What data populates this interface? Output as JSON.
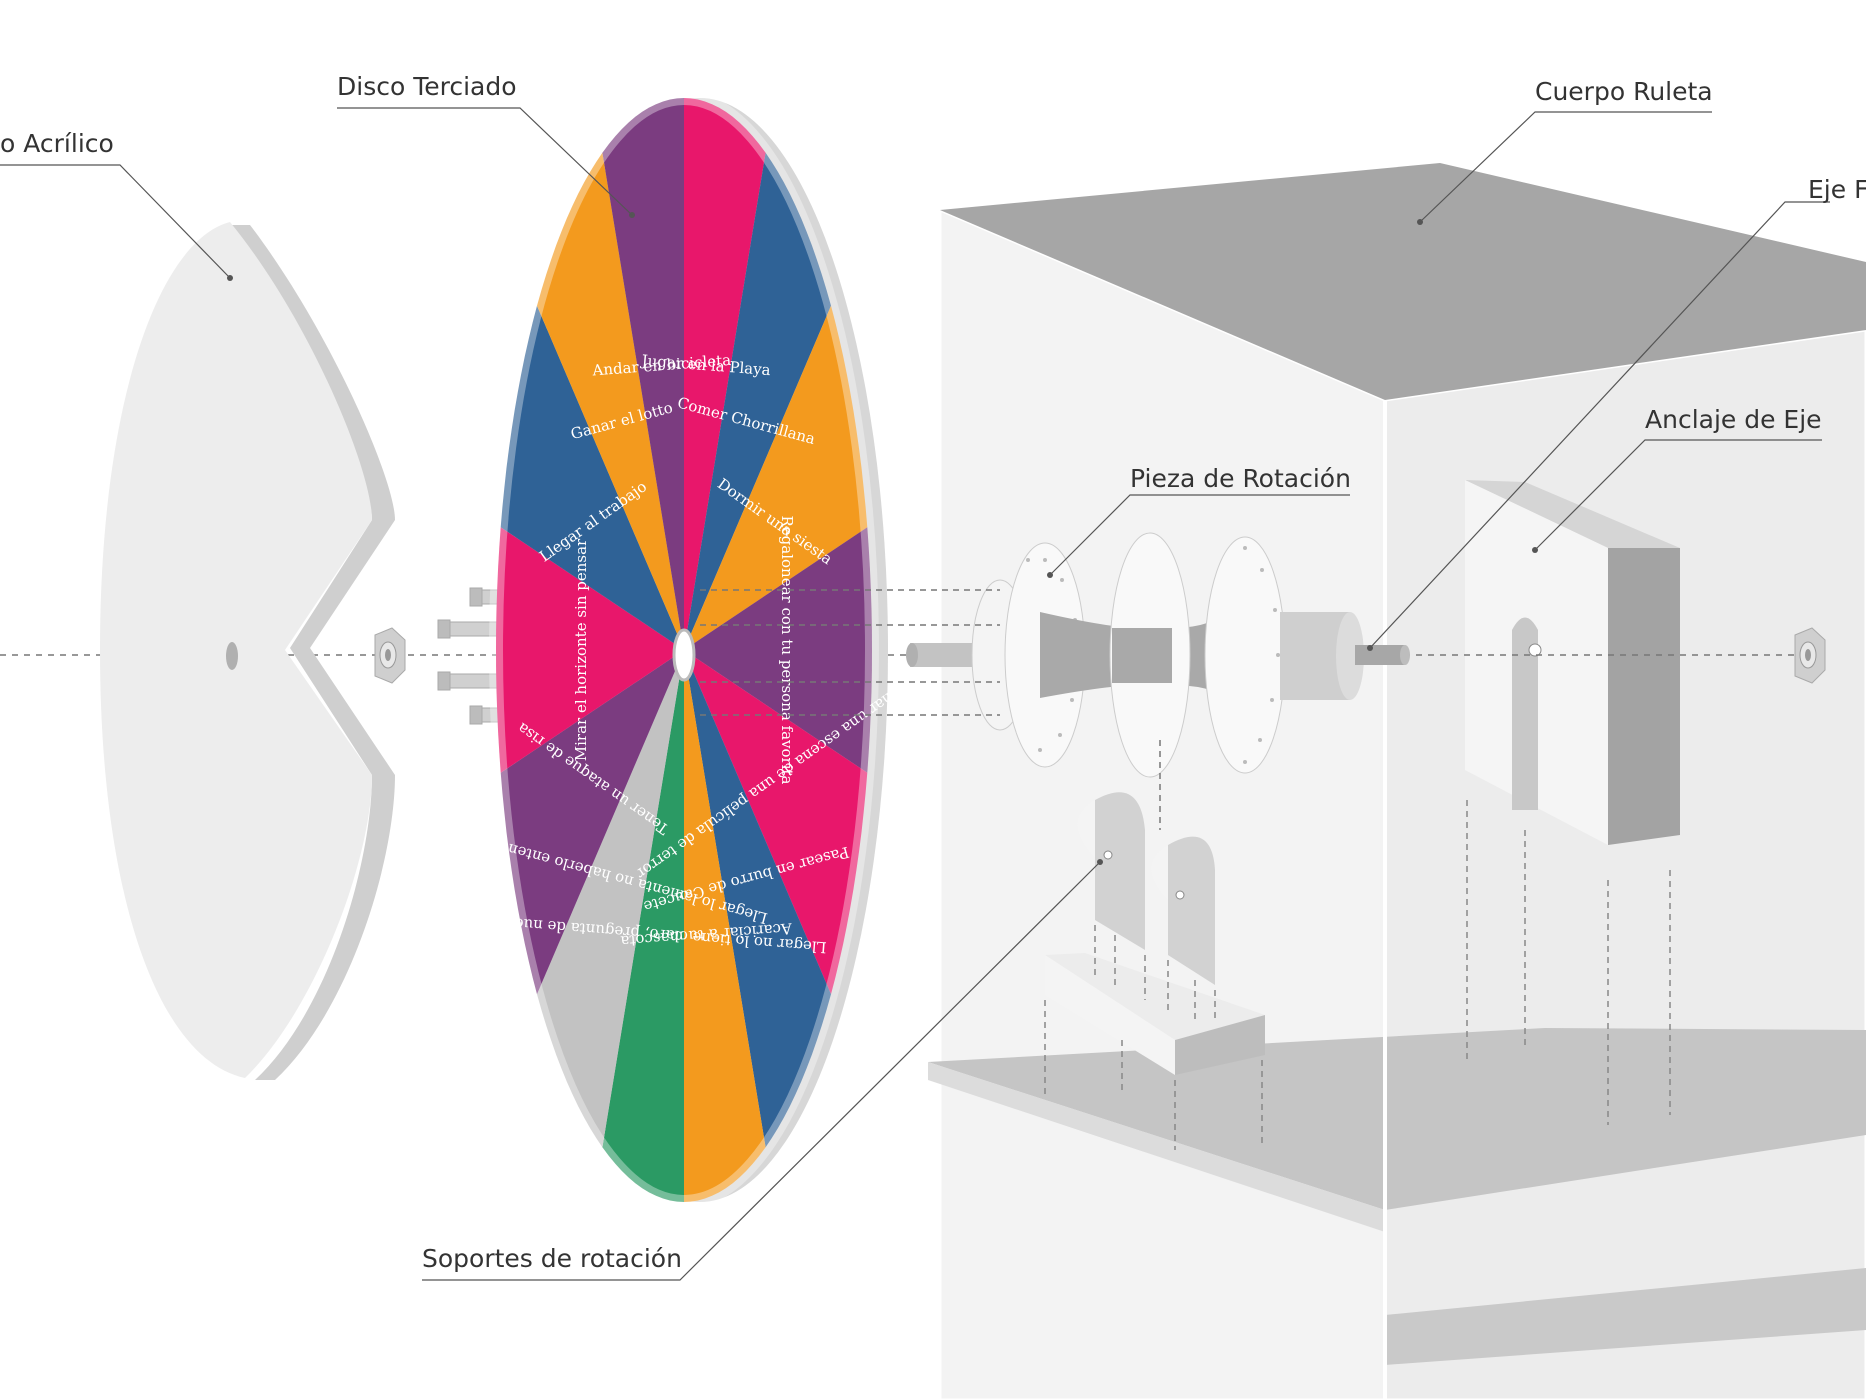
{
  "labels": {
    "acrilico": "o Acrílico",
    "disco": "Disco Terciado",
    "cuerpo": "Cuerpo Ruleta",
    "eje": "Eje F",
    "anclaje": "Anclaje de Eje",
    "pieza": "Pieza de Rotación",
    "soportes": "Soportes de rotación"
  },
  "wheel": {
    "segments": [
      {
        "text": "Jugar en la Playa",
        "color": "#e8176b"
      },
      {
        "text": "Comer Chorrillana",
        "color": "#2f6296"
      },
      {
        "text": "Dormir una siesta",
        "color": "#f39a1e"
      },
      {
        "text": "Regalonear con tu persona favorita",
        "color": "#7b3c80"
      },
      {
        "text": "Filmar una escena de una película de terror",
        "color": "#e8176b"
      },
      {
        "text": "Pasear en burro de Caucete",
        "color": "#2f6296"
      },
      {
        "text": "Acariciar a tu mascota",
        "color": "#f39a1e"
      },
      {
        "text": "Llegar no lo tiene claro, pregunta de nuevo",
        "color": "#2b9a64"
      },
      {
        "text": "Llegar lo lamenta no haberlo entendido",
        "color": "#c2c2c2"
      },
      {
        "text": "Tener un ataque de risa",
        "color": "#7b3c80"
      },
      {
        "text": "Mirar el horizonte sin pensar",
        "color": "#e8176b"
      },
      {
        "text": "Llegar al trabajo",
        "color": "#2f6296"
      },
      {
        "text": "Ganar el lotto",
        "color": "#f39a1e"
      },
      {
        "text": "Andar en bicicleta",
        "color": "#7b3c80"
      }
    ]
  },
  "colors": {
    "body_top": "#a8a8a8",
    "body_side": "#f3f3f3",
    "body_front": "#ebebeb",
    "leader": "#555555"
  }
}
